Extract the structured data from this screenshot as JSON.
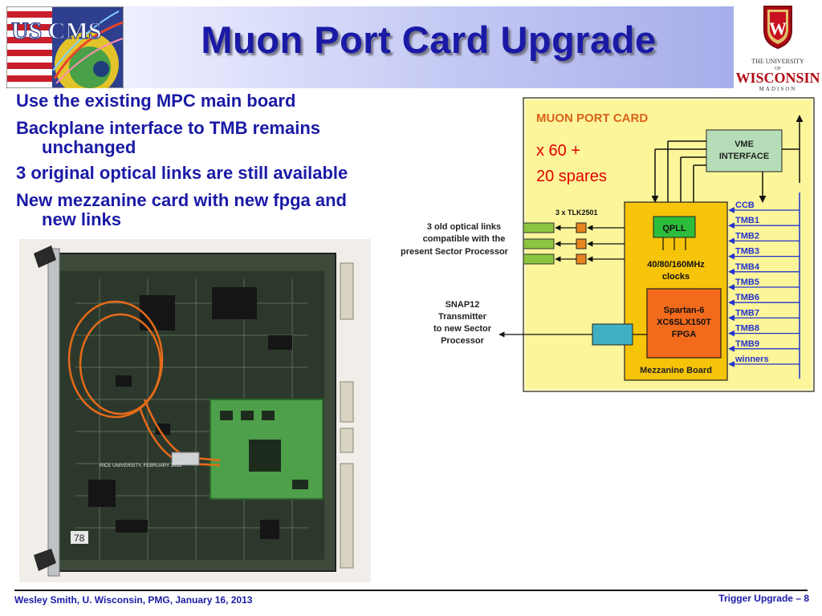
{
  "header": {
    "title": "Muon Port Card Upgrade",
    "left_logo_text": "US CMS",
    "right_logo": {
      "line1": "THE UNIVERSITY",
      "line2": "OF",
      "line3": "WISCONSIN",
      "line4": "MADISON"
    }
  },
  "bullets": [
    {
      "text": "Use the existing MPC main board"
    },
    {
      "text": "Backplane interface to TMB remains",
      "cont": "unchanged"
    },
    {
      "text": "3 original optical links are still available"
    },
    {
      "text": "New mezzanine card with new fpga and",
      "cont": "new links"
    }
  ],
  "photo": {
    "marking": "RICE UNIVERSITY, FEBRUARY 2012",
    "label": "78"
  },
  "diagram": {
    "title": "MUON  PORT  CARD",
    "count_line1": "x 60 +",
    "count_line2": "20 spares",
    "vme_line1": "VME",
    "vme_line2": "INTERFACE",
    "tlk_label": "3 x TLK2501",
    "qpll": "QPLL",
    "clocks_line1": "40/80/160MHz",
    "clocks_line2": "clocks",
    "fpga_line1": "Spartan-6",
    "fpga_line2": "XC6SLX150T",
    "fpga_line3": "FPGA",
    "mezzanine": "Mezzanine Board",
    "optical_line1": "3 old optical links",
    "optical_line2": "compatible with the",
    "optical_line3": "present Sector Processor",
    "snap_line1": "SNAP12",
    "snap_line2": "Transmitter",
    "snap_line3": "to new Sector",
    "snap_line4": "Processor",
    "inputs": [
      "CCB",
      "TMB1",
      "TMB2",
      "TMB3",
      "TMB4",
      "TMB5",
      "TMB6",
      "TMB7",
      "TMB8",
      "TMB9",
      "winners"
    ]
  },
  "footer": {
    "left": "Wesley Smith, U. Wisconsin, PMG, January 16, 2013",
    "right": "Trigger Upgrade  – 8"
  },
  "colors": {
    "title": "#1a1aa6",
    "bullet_text": "#1a1aa6",
    "diagram_bg": "#fdf59a",
    "diagram_title": "#d9621a",
    "annotation_red": "#e00000",
    "fpga_orange": "#f26a1b",
    "input_label_blue": "#2233cc"
  }
}
